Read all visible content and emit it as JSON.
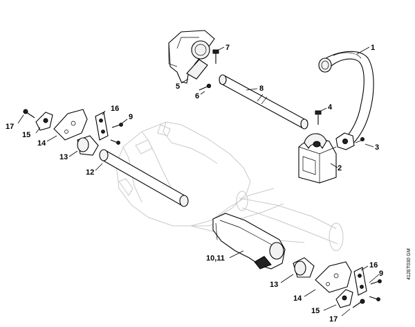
{
  "diagram": {
    "doc_reference": "412ET030 GM",
    "callouts": [
      {
        "id": "c1",
        "text": "1"
      },
      {
        "id": "c2",
        "text": "2"
      },
      {
        "id": "c3",
        "text": "3"
      },
      {
        "id": "c4",
        "text": "4"
      },
      {
        "id": "c5",
        "text": "5"
      },
      {
        "id": "c6",
        "text": "6"
      },
      {
        "id": "c7",
        "text": "7"
      },
      {
        "id": "c8",
        "text": "8"
      },
      {
        "id": "c9a",
        "text": "9"
      },
      {
        "id": "c9b",
        "text": "9"
      },
      {
        "id": "c1011",
        "text": "10,11"
      },
      {
        "id": "c12",
        "text": "12"
      },
      {
        "id": "c13a",
        "text": "13"
      },
      {
        "id": "c13b",
        "text": "13"
      },
      {
        "id": "c14a",
        "text": "14"
      },
      {
        "id": "c14b",
        "text": "14"
      },
      {
        "id": "c15a",
        "text": "15"
      },
      {
        "id": "c15b",
        "text": "15"
      },
      {
        "id": "c16a",
        "text": "16"
      },
      {
        "id": "c16b",
        "text": "16"
      },
      {
        "id": "c17a",
        "text": "17"
      },
      {
        "id": "c17b",
        "text": "17"
      }
    ]
  }
}
